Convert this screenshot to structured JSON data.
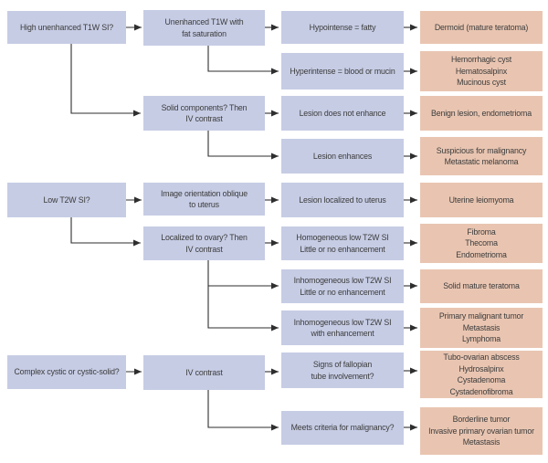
{
  "colors": {
    "question_box": "#c6cce4",
    "result_box": "#e9c5b1",
    "arrow_color": "#2e2e2e",
    "text_color": "#3c3c3c"
  },
  "nodes": {
    "q1": "High unenhanced T1W SI?",
    "q1_step1": [
      "Unenhanced T1W with",
      "fat saturation"
    ],
    "q1_step2": [
      "Solid components? Then",
      "IV contrast"
    ],
    "q1_find1": "Hypointense = fatty",
    "q1_find2": "Hyperintense = blood or mucin",
    "q1_find3": "Lesion does not enhance",
    "q1_find4": "Lesion enhances",
    "q1_dx1": "Dermoid (mature teratoma)",
    "q1_dx2": [
      "Hemorrhagic cyst",
      "Hematosalpinx",
      "Mucinous cyst"
    ],
    "q1_dx3": "Benign lesion, endometrioma",
    "q1_dx4": [
      "Suspicious for malignancy",
      "Metastatic melanoma"
    ],
    "q2": "Low T2W SI?",
    "q2_step1": [
      "Image orientation oblique",
      "to uterus"
    ],
    "q2_step2": [
      "Localized to ovary? Then",
      "IV contrast"
    ],
    "q2_find1": "Lesion localized to uterus",
    "q2_find2": [
      "Homogeneous low T2W SI",
      "Little or no enhancement"
    ],
    "q2_find3": [
      "Inhomogeneous low T2W SI",
      "Little or no enhancement"
    ],
    "q2_find4": [
      "Inhomogeneous low T2W SI",
      "with enhancement"
    ],
    "q2_dx1": "Uterine leiomyoma",
    "q2_dx2": [
      "Fibroma",
      "Thecoma",
      "Endometrioma"
    ],
    "q2_dx3": "Solid mature teratoma",
    "q2_dx4": [
      "Primary malignant tumor",
      "Metastasis",
      "Lymphoma"
    ],
    "q3": "Complex cystic or cystic-solid?",
    "q3_step1": "IV contrast",
    "q3_find1": [
      "Signs of fallopian",
      "tube involvement?"
    ],
    "q3_find2": "Meets criteria for malignancy?",
    "q3_dx1": [
      "Tubo-ovarian abscess",
      "Hydrosalpinx",
      "Cystadenoma",
      "Cystadenofibroma"
    ],
    "q3_dx2": [
      "Borderline tumor",
      "Invasive primary ovarian tumor",
      "Metastasis"
    ]
  }
}
